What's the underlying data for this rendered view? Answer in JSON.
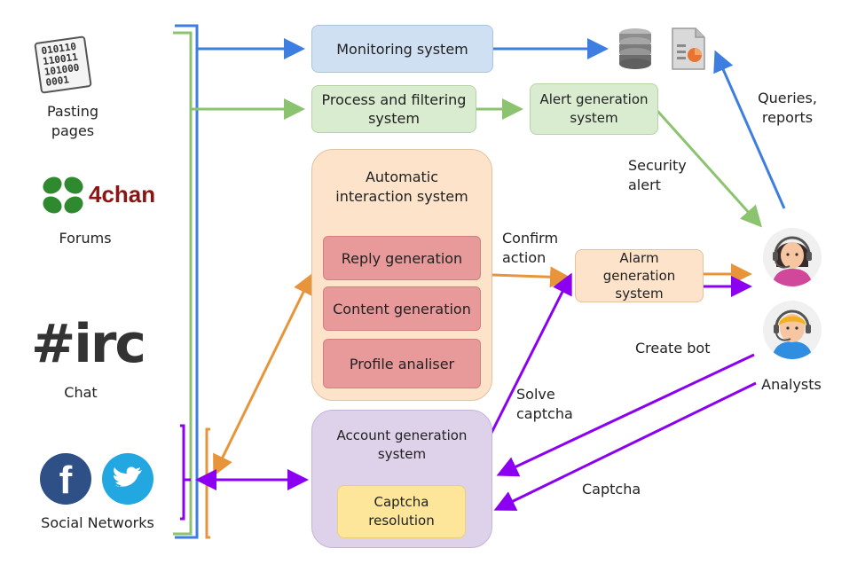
{
  "sources": {
    "pasting_label": "Pasting\npages",
    "paste_icon_text": "010110\n110011\n101000\n0001",
    "forums_label": "Forums",
    "forum_logo_text": "4chan",
    "irc_logo_text": "#irc",
    "chat_label": "Chat",
    "social_label": "Social Networks"
  },
  "boxes": {
    "monitoring": "Monitoring system",
    "process": "Process and filtering\nsystem",
    "alert_gen": "Alert generation\nsystem",
    "auto_title": "Automatic\ninteraction system",
    "reply": "Reply generation",
    "content": "Content generation",
    "profile": "Profile analiser",
    "alarm": "Alarm\ngeneration\nsystem",
    "account_title": "Account generation\nsystem",
    "captcha_res": "Captcha\nresolution"
  },
  "labels": {
    "queries": "Queries,\nreports",
    "security": "Security\nalert",
    "confirm": "Confirm\naction",
    "create_bot": "Create bot",
    "analysts": "Analysts",
    "solve": "Solve\ncaptcha",
    "captcha": "Captcha"
  },
  "colors": {
    "blue": "#3d7ee0",
    "green": "#8cc36f",
    "orange": "#e8943a",
    "purple": "#8b00f0"
  },
  "icons": [
    "database-icon",
    "report-icon",
    "clover-icon",
    "facebook-icon",
    "twitter-icon",
    "analyst-female-icon",
    "analyst-male-icon"
  ]
}
